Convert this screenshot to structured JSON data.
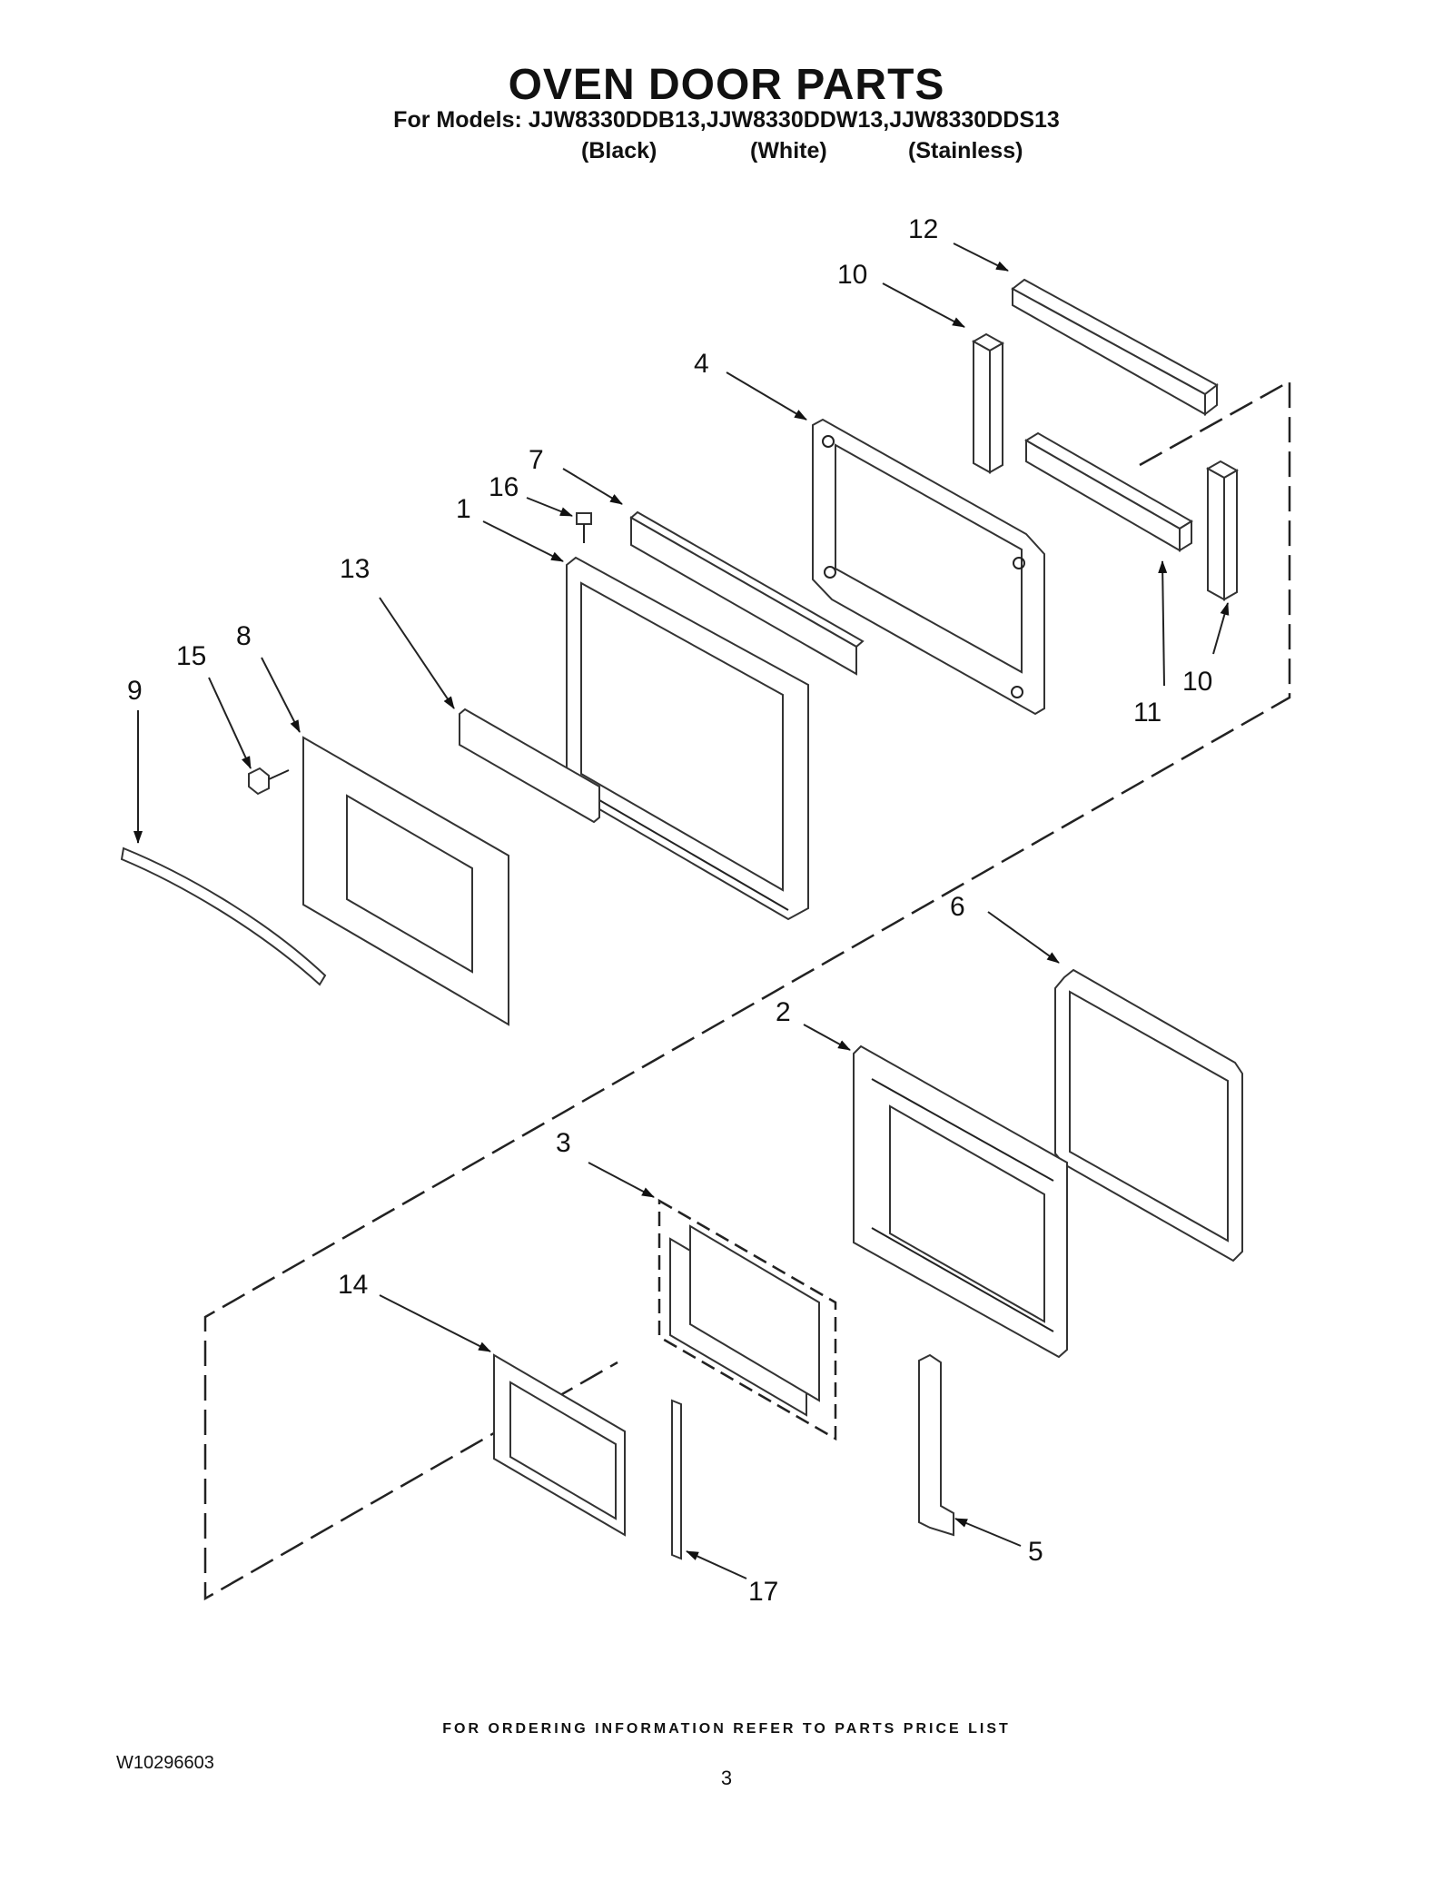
{
  "header": {
    "title": "OVEN DOOR PARTS",
    "models_line": "For Models: JJW8330DDB13,JJW8330DDW13,JJW8330DDS13",
    "variants": [
      "(Black)",
      "(White)",
      "(Stainless)"
    ]
  },
  "callouts": {
    "p1": "1",
    "p2": "2",
    "p3": "3",
    "p4": "4",
    "p5": "5",
    "p6": "6",
    "p7": "7",
    "p8": "8",
    "p9": "9",
    "p10a": "10",
    "p10b": "10",
    "p11": "11",
    "p12": "12",
    "p13": "13",
    "p14": "14",
    "p15": "15",
    "p16": "16",
    "p17": "17"
  },
  "footer": {
    "order_note": "FOR ORDERING INFORMATION REFER TO PARTS PRICE LIST",
    "doc_id": "W10296603",
    "page_number": "3"
  },
  "colors": {
    "line": "#222222",
    "background": "#ffffff"
  }
}
